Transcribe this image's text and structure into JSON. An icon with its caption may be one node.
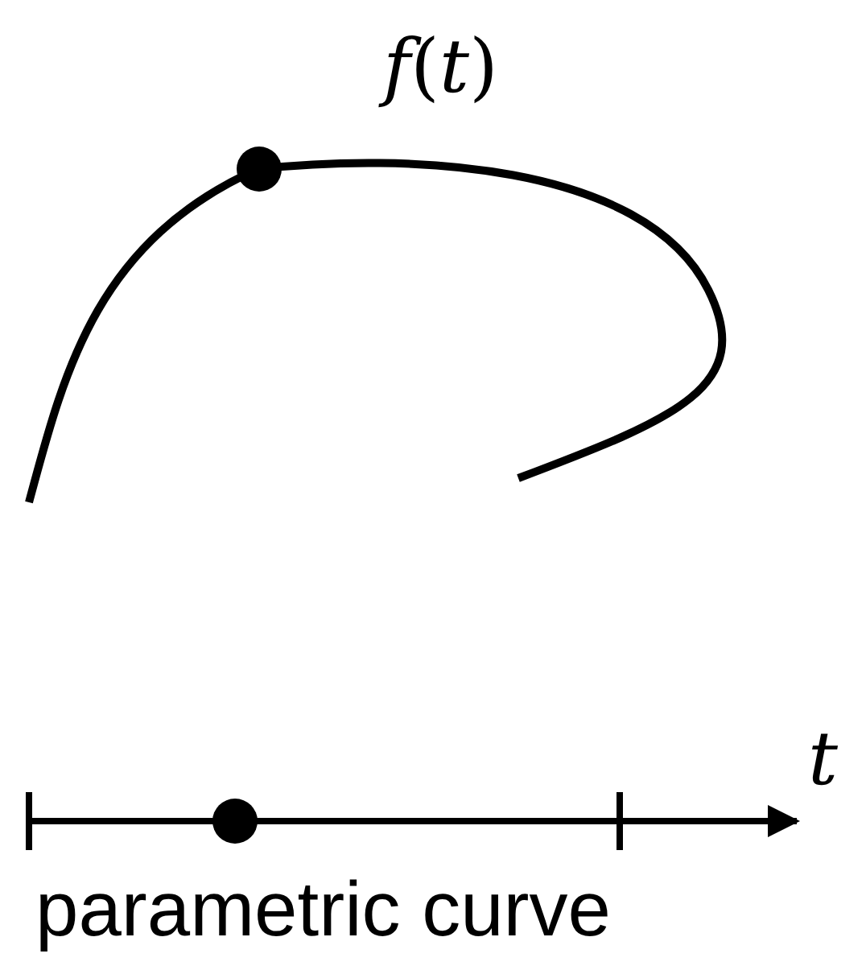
{
  "diagram": {
    "caption": "parametric curve",
    "labels": [
      "*f*(*t*)",
      "*t*"
    ]
  }
}
